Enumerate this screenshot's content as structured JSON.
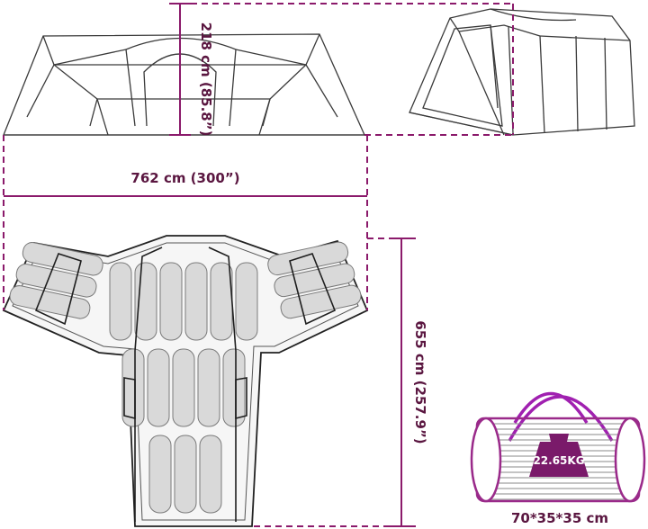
{
  "dimensions": {
    "height_label": "218 cm (85.8”)",
    "width_label": "762 cm (300”)",
    "depth_label": "655 cm (257.9”)",
    "package_label": "70*35*35 cm"
  },
  "package": {
    "weight_label": "22.65KG",
    "icon": "carry-bag-icon"
  },
  "colors": {
    "accent": "#8b1a6b",
    "label": "#5a1640",
    "line": "#3a3a3a",
    "bag_outline": "#9a2a8a",
    "bag_handle": "#a020b0"
  }
}
